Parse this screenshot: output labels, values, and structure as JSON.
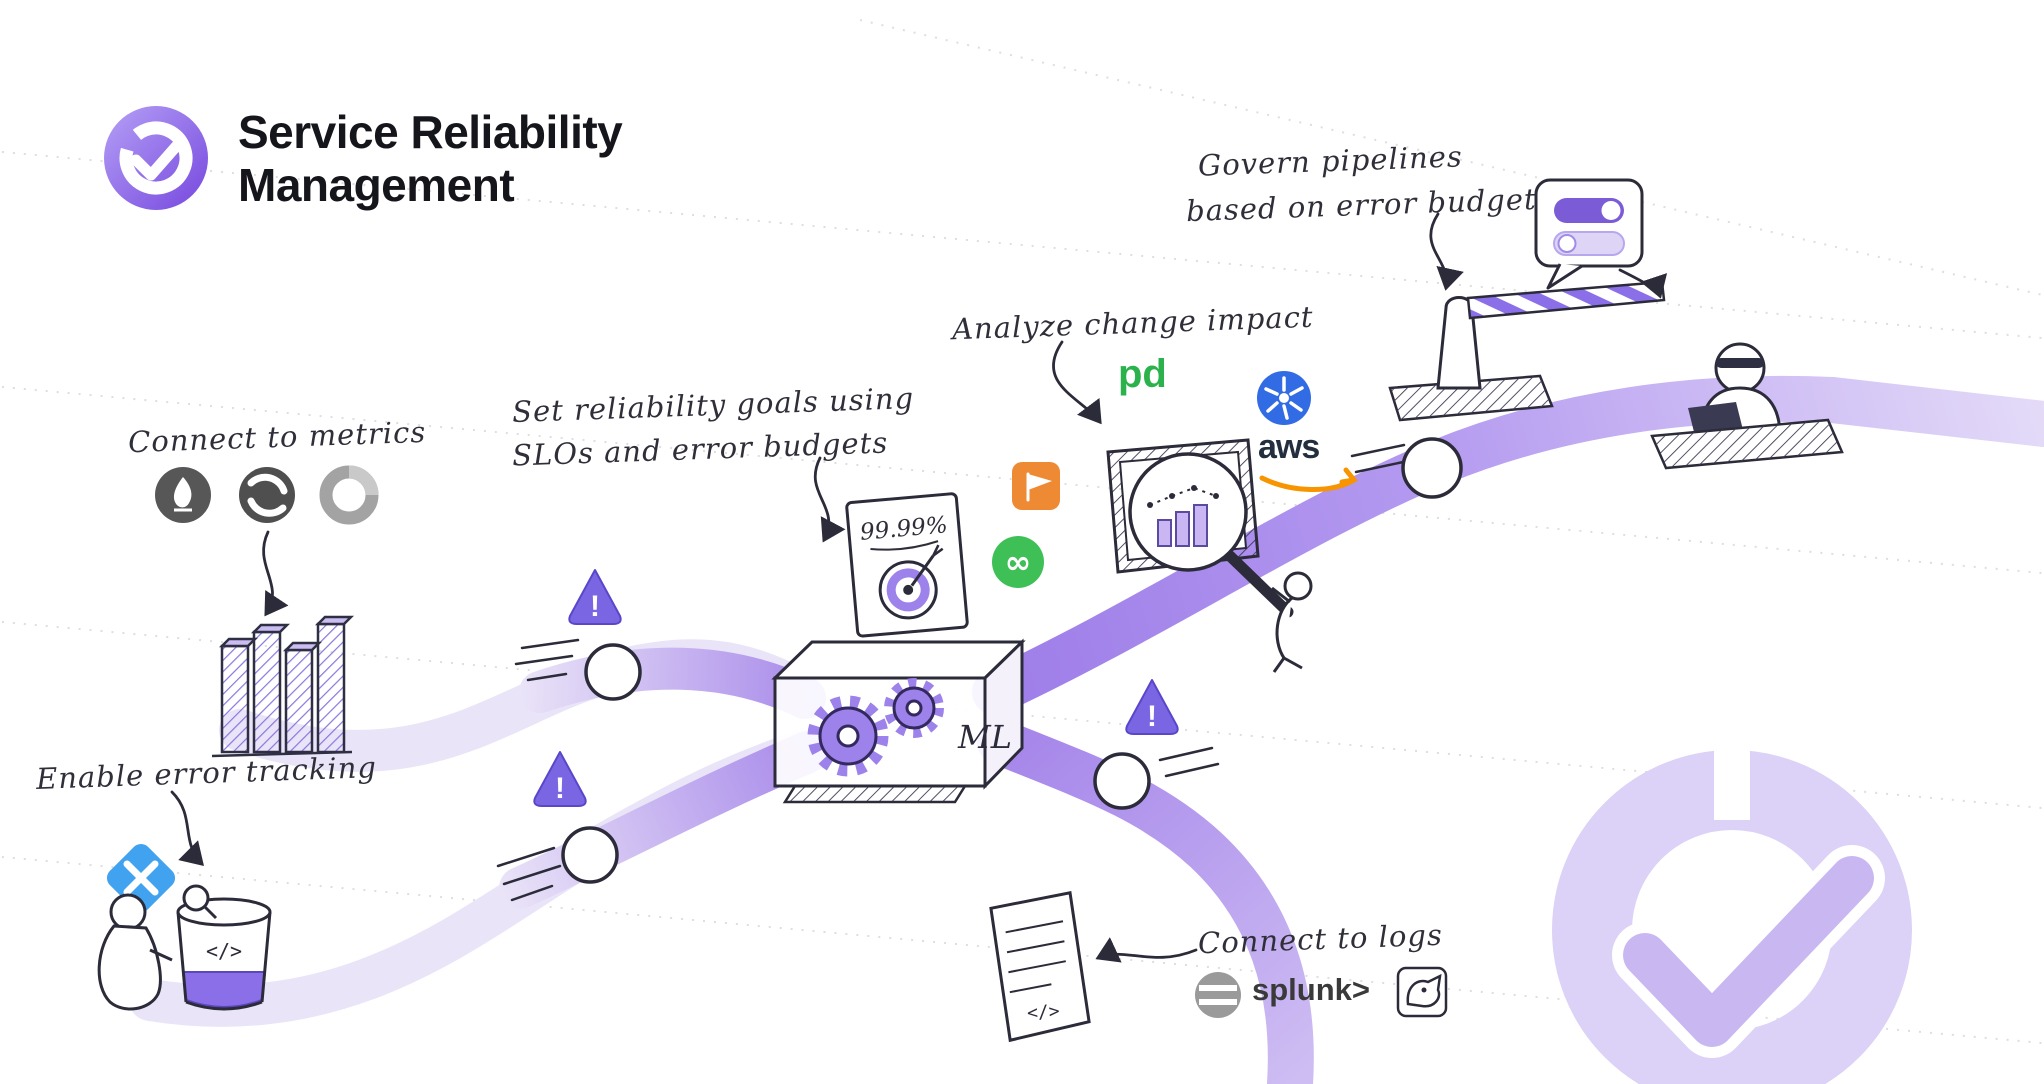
{
  "header": {
    "title_line1": "Service Reliability",
    "title_line2": "Management"
  },
  "annotations": {
    "connect_metrics": "Connect to metrics",
    "enable_error_tracking": "Enable error tracking",
    "set_goals_line1": "Set reliability goals using",
    "set_goals_line2": "SLOs and error budgets",
    "analyze_change_impact": "Analyze change impact",
    "govern_line1": "Govern pipelines",
    "govern_line2": "based on error budget",
    "connect_logs": "Connect to logs",
    "slo_target": "99.99%",
    "ml_label": "ML"
  },
  "logos": {
    "pagerduty": "pd",
    "aws": "aws",
    "splunk": "splunk>"
  },
  "icons": {
    "exclamation": "!",
    "infinity": "∞",
    "code_tag": "</>"
  },
  "colors": {
    "accent_purple": "#7c5cd6",
    "road_purple": "#b49af0",
    "road_light": "#eae4f8",
    "warning_purple": "#7a66e3",
    "kubernetes_blue": "#326ce5",
    "pagerduty_green": "#2bb24c",
    "aws_smile_orange": "#f79400",
    "flag_orange": "#ee8a33",
    "infinity_green": "#3ec057",
    "error_tracking_blue": "#41a3f0"
  }
}
